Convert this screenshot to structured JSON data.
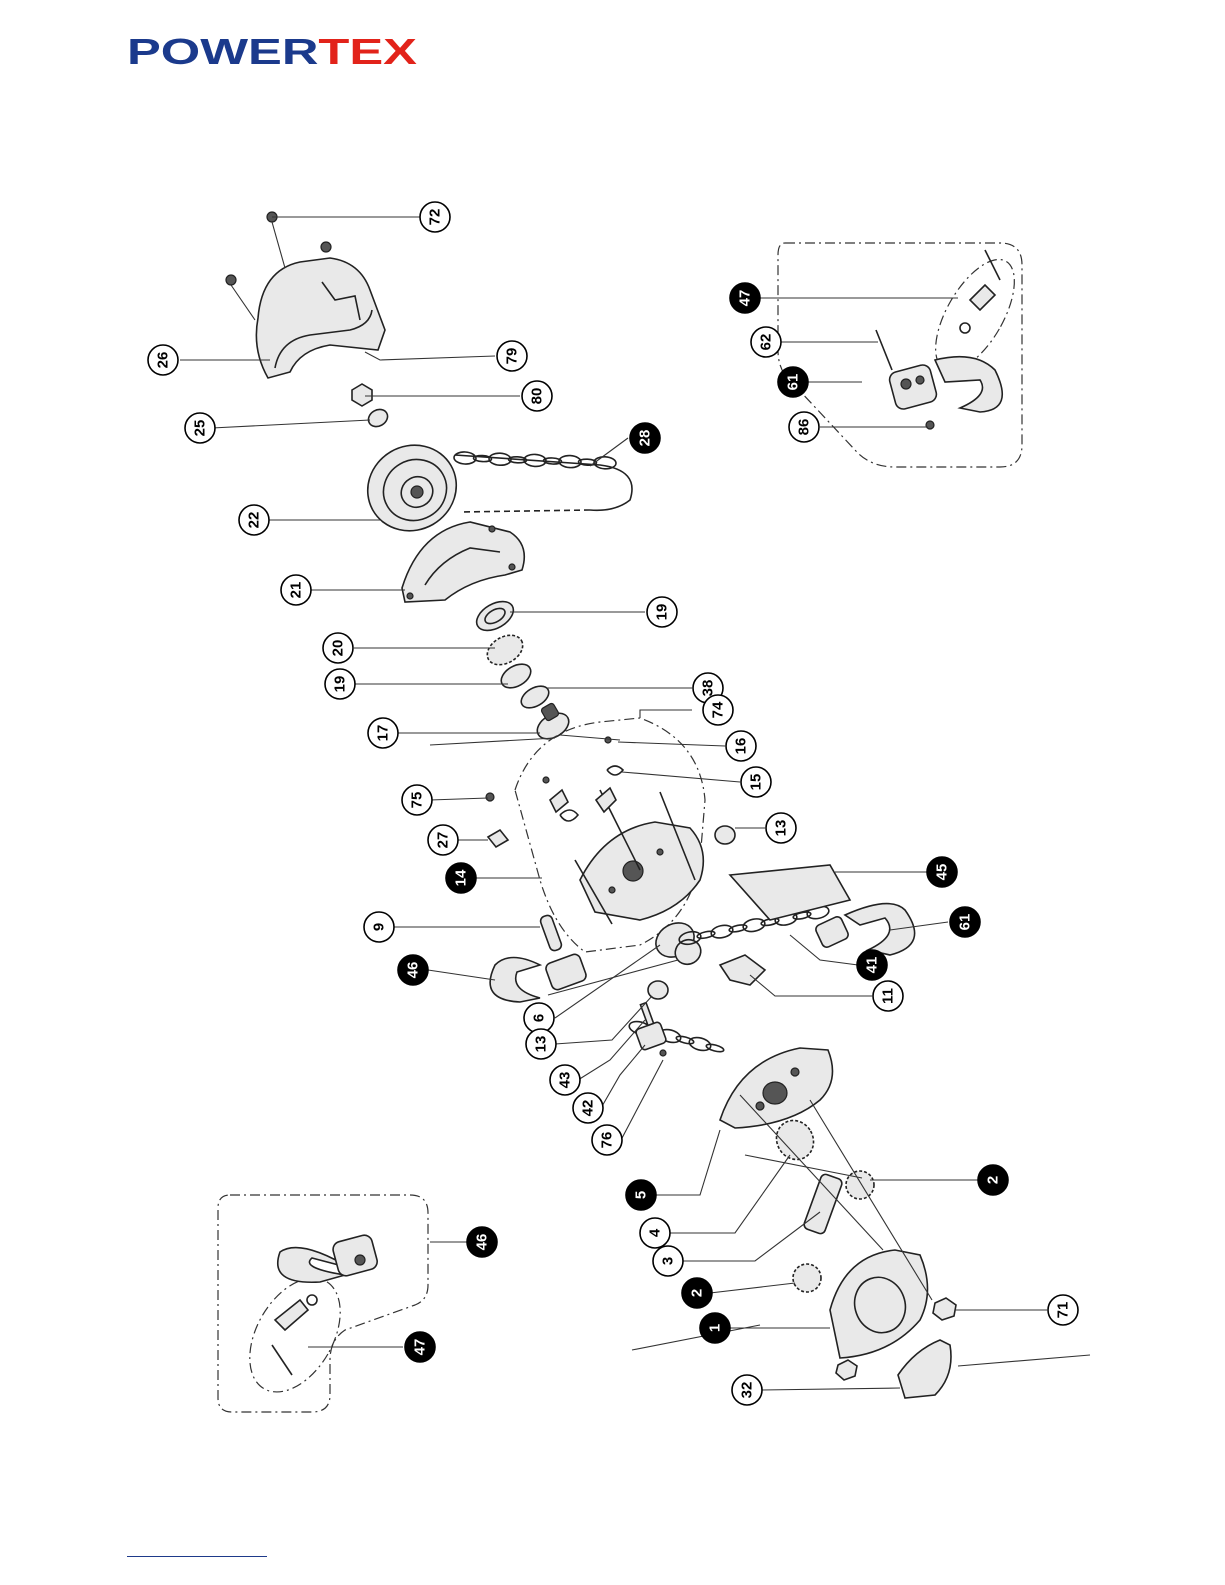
{
  "brand": {
    "logo_prefix": "POWER",
    "logo_suffix": "TEX",
    "colors": {
      "prefix": "#1b3a8c",
      "suffix": "#e2231a"
    }
  },
  "callouts": [
    {
      "id": "c72",
      "label": "72",
      "style": "outline"
    },
    {
      "id": "c26",
      "label": "26",
      "style": "outline"
    },
    {
      "id": "c79",
      "label": "79",
      "style": "outline"
    },
    {
      "id": "c80",
      "label": "80",
      "style": "outline"
    },
    {
      "id": "c25",
      "label": "25",
      "style": "outline"
    },
    {
      "id": "c28",
      "label": "28",
      "style": "filled"
    },
    {
      "id": "c22",
      "label": "22",
      "style": "outline"
    },
    {
      "id": "c21",
      "label": "21",
      "style": "outline"
    },
    {
      "id": "c19a",
      "label": "19",
      "style": "outline"
    },
    {
      "id": "c20",
      "label": "20",
      "style": "outline"
    },
    {
      "id": "c19b",
      "label": "19",
      "style": "outline"
    },
    {
      "id": "c38",
      "label": "38",
      "style": "outline"
    },
    {
      "id": "c17",
      "label": "17",
      "style": "outline"
    },
    {
      "id": "c74",
      "label": "74",
      "style": "outline"
    },
    {
      "id": "c16",
      "label": "16",
      "style": "outline"
    },
    {
      "id": "c15",
      "label": "15",
      "style": "outline"
    },
    {
      "id": "c75",
      "label": "75",
      "style": "outline"
    },
    {
      "id": "c27",
      "label": "27",
      "style": "outline"
    },
    {
      "id": "c13a",
      "label": "13",
      "style": "outline"
    },
    {
      "id": "c14",
      "label": "14",
      "style": "filled"
    },
    {
      "id": "c45",
      "label": "45",
      "style": "filled"
    },
    {
      "id": "c9",
      "label": "9",
      "style": "outline"
    },
    {
      "id": "c61a",
      "label": "61",
      "style": "filled"
    },
    {
      "id": "c46a",
      "label": "46",
      "style": "filled"
    },
    {
      "id": "c41",
      "label": "41",
      "style": "filled"
    },
    {
      "id": "c11",
      "label": "11",
      "style": "outline"
    },
    {
      "id": "c6",
      "label": "6",
      "style": "outline"
    },
    {
      "id": "c13b",
      "label": "13",
      "style": "outline"
    },
    {
      "id": "c43",
      "label": "43",
      "style": "outline"
    },
    {
      "id": "c42",
      "label": "42",
      "style": "outline"
    },
    {
      "id": "c76",
      "label": "76",
      "style": "outline"
    },
    {
      "id": "c5",
      "label": "5",
      "style": "filled"
    },
    {
      "id": "c2a",
      "label": "2",
      "style": "filled"
    },
    {
      "id": "c4",
      "label": "4",
      "style": "outline"
    },
    {
      "id": "c3",
      "label": "3",
      "style": "outline"
    },
    {
      "id": "c2b",
      "label": "2",
      "style": "filled"
    },
    {
      "id": "c1",
      "label": "1",
      "style": "filled"
    },
    {
      "id": "c71",
      "label": "71",
      "style": "outline"
    },
    {
      "id": "c32",
      "label": "32",
      "style": "outline"
    },
    {
      "id": "c47a",
      "label": "47",
      "style": "filled"
    },
    {
      "id": "c62",
      "label": "62",
      "style": "outline"
    },
    {
      "id": "c61b",
      "label": "61",
      "style": "filled"
    },
    {
      "id": "c86",
      "label": "86",
      "style": "outline"
    },
    {
      "id": "c46b",
      "label": "46",
      "style": "filled"
    },
    {
      "id": "c47b",
      "label": "47",
      "style": "filled"
    }
  ]
}
